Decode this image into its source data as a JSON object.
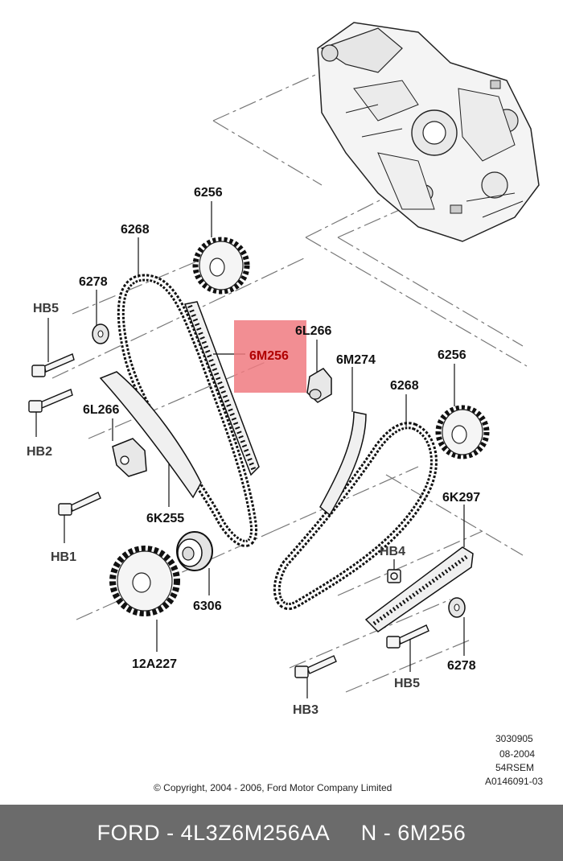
{
  "labels": {
    "hb5_left": "HB5",
    "hb2": "HB2",
    "hb1": "HB1",
    "p6278_left": "6278",
    "p6268_left": "6268",
    "p6256_top": "6256",
    "p6l266_left": "6L266",
    "p6k255": "6K255",
    "p6306": "6306",
    "p12a227": "12A227",
    "p6m256": "6M256",
    "p6l266_right": "6L266",
    "p6m274": "6M274",
    "p6268_right": "6268",
    "p6256_right": "6256",
    "p6k297": "6K297",
    "hb4": "HB4",
    "p6278_right": "6278",
    "hb5_right": "HB5",
    "hb3": "HB3"
  },
  "stamp": {
    "line1": "3030905",
    "line2": "08-2004",
    "line3": "54RSEM",
    "line4": "A0146091-03"
  },
  "copyright": "© Copyright, 2004 - 2006, Ford Motor Company Limited",
  "footer": {
    "text": "FORD - 4L3Z6M256AA     N - 6M256"
  },
  "colors": {
    "highlight": "#f07a80",
    "footer_bg": "#6b6b6b"
  }
}
